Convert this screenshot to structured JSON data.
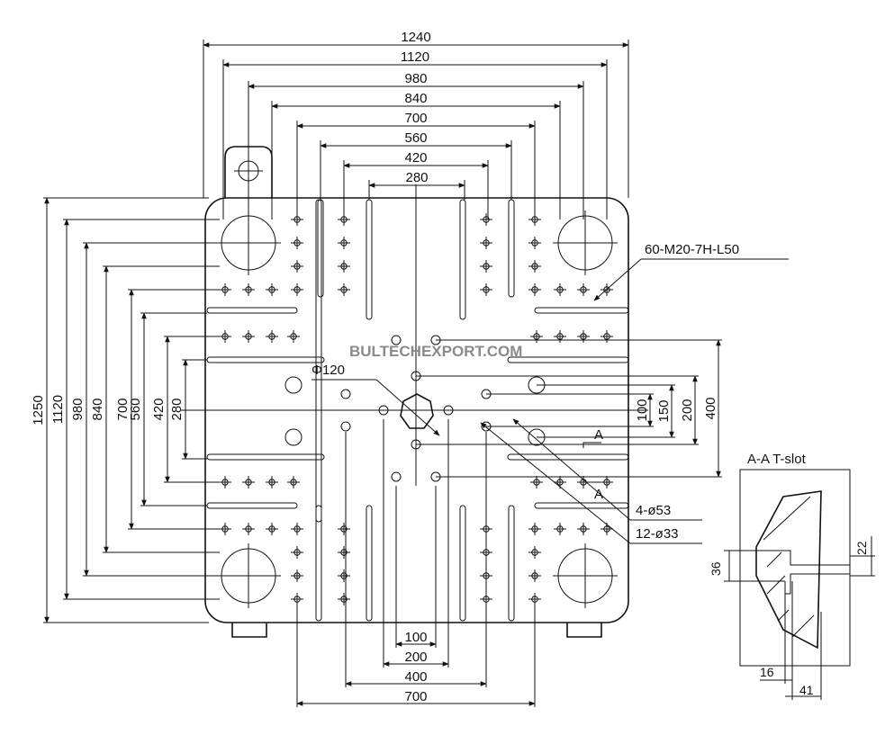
{
  "top_dims": [
    "1240",
    "1120",
    "980",
    "840",
    "700",
    "560",
    "420",
    "280"
  ],
  "left_dims": [
    "1250",
    "1120",
    "980",
    "840",
    "700",
    "560",
    "420",
    "280"
  ],
  "right_dims": [
    "100",
    "150",
    "200",
    "400"
  ],
  "bottom_dims": [
    "100",
    "200",
    "400",
    "700"
  ],
  "labels": {
    "center_hole": "Φ120",
    "watermark": "BULTECHEXPORT.COM",
    "thread_callout": "60-M20-7H-L50",
    "holes_53": "4-ø53",
    "holes_33": "12-ø33",
    "section_mark": "A",
    "section_mark_lower": "A"
  },
  "tslot": {
    "title": "A-A T-slot",
    "dim_36": "36",
    "dim_22": "22",
    "dim_16": "16",
    "dim_41": "41"
  }
}
